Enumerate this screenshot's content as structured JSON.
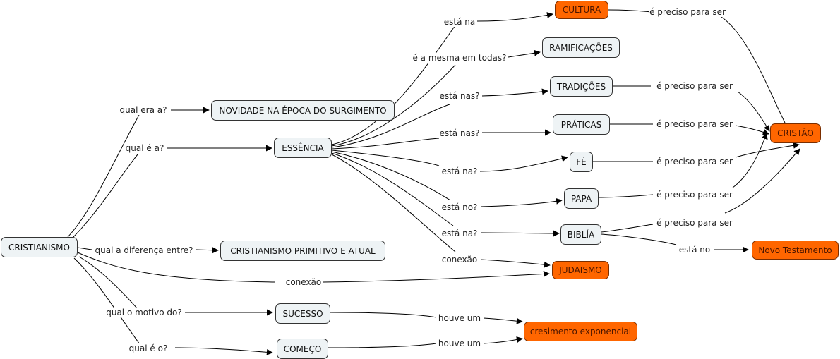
{
  "colors": {
    "concept_fill": "#eef3f5",
    "highlight_fill": "#ff6600",
    "line": "#000000"
  },
  "nodes": {
    "cristianismo": "CRISTIANISMO",
    "novidade": "NOVIDADE NA ÉPOCA DO SURGIMENTO",
    "essencia": "ESSÊNCIA",
    "cultura": "CULTURA",
    "ramificacoes": "RAMIFICAÇÕES",
    "tradicoes": "TRADIÇÕES",
    "praticas": "PRÁTICAS",
    "fe": "FÉ",
    "papa": "PAPA",
    "biblia": "BIBLÍA",
    "judaismo": "JUDAISMO",
    "cristao": "CRISTÃO",
    "novo_testamento": "Novo Testamento",
    "primitivo_atual": "CRISTIANISMO PRIMITIVO E ATUAL",
    "sucesso": "SUCESSO",
    "comeco": "COMEÇO",
    "crescimento": "cresimento exponencial"
  },
  "links": {
    "qual_era_a": "qual era a?",
    "qual_e_a": "qual é a?",
    "qual_a_diferenca": "qual a diferença entre?",
    "conexao_main": "conexão",
    "qual_o_motivo": "qual o motivo do?",
    "qual_e_o": "qual é o?",
    "esta_na_cultura": "está na",
    "mesma_em_todas": "é a mesma em todas?",
    "esta_nas_tradicoes": "está nas?",
    "esta_nas_praticas": "está nas?",
    "esta_na_fe": "está na?",
    "esta_no_papa": "está no?",
    "esta_na_biblia": "está na?",
    "conexao_essencia": "conexão",
    "preciso_cultura": "é preciso para ser",
    "preciso_tradicoes": "é preciso  para ser",
    "preciso_praticas": "é preciso para ser",
    "preciso_fe": "é preciso para ser",
    "preciso_papa": "é preciso para ser",
    "preciso_biblia": "é preciso para ser",
    "esta_no_nt": "está no",
    "houve_um_1": "houve um",
    "houve_um_2": "houve um"
  }
}
